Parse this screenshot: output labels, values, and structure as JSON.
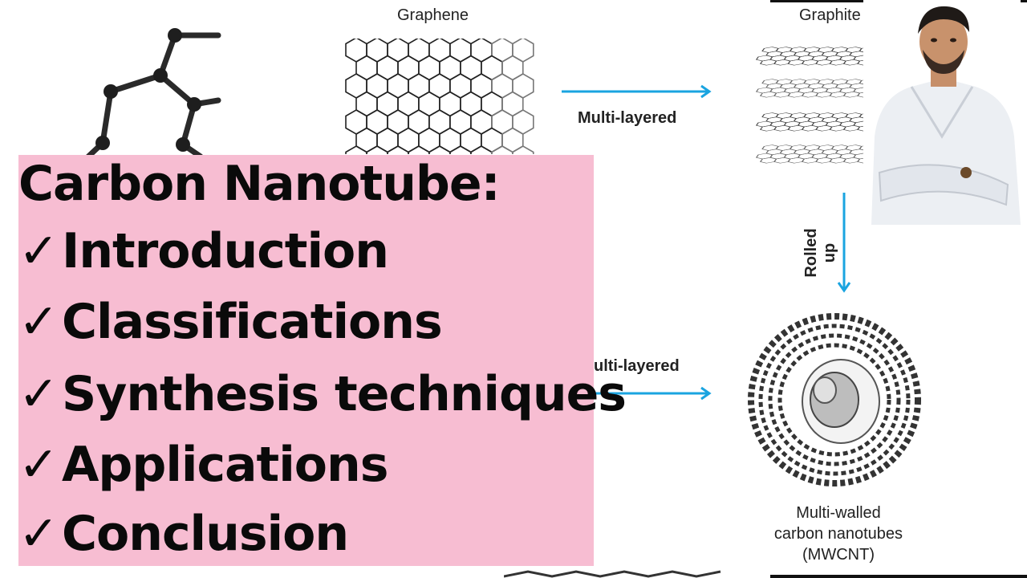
{
  "diagram": {
    "graphene_label": "Graphene",
    "graphite_label": "Graphite",
    "arrow_top_label": "Multi-layered",
    "arrow_bottom_label": "ulti-layered",
    "rolled_up_label": "Rolled up",
    "mwcnt_line1": "Multi-walled",
    "mwcnt_line2": "carbon nanotubes",
    "mwcnt_line3": "(MWCNT)",
    "arrow_color": "#1aa4e0"
  },
  "thumbnail": {
    "background": "#f7bdd2",
    "title": "Carbon Nanotube:",
    "items": [
      {
        "check": "✓",
        "label": "Introduction"
      },
      {
        "check": "✓",
        "label": "Classifications"
      },
      {
        "check": "✓",
        "label": "Synthesis techniques"
      },
      {
        "check": "✓",
        "label": "Applications"
      },
      {
        "check": "✓",
        "label": "Conclusion"
      }
    ]
  }
}
